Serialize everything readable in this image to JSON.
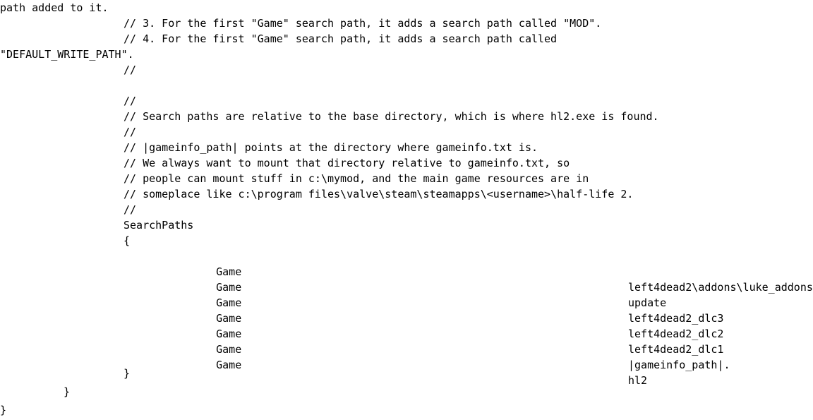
{
  "document": {
    "lines": [
      "path added to it.",
      "// 3. For the first \"Game\" search path, it adds a search path called \"MOD\".",
      "// 4. For the first \"Game\" search path, it adds a search path called",
      "\"DEFAULT_WRITE_PATH\".",
      "//",
      "//",
      "// Search paths are relative to the base directory, which is where hl2.exe is found.",
      "//",
      "// |gameinfo_path| points at the directory where gameinfo.txt is.",
      "// We always want to mount that directory relative to gameinfo.txt, so",
      "// people can mount stuff in c:\\mymod, and the main game resources are in",
      "// someplace like c:\\program files\\valve\\steam\\steamapps\\<username>\\half-life 2.",
      "//",
      "SearchPaths",
      "{",
      "}",
      "}",
      "}"
    ],
    "search_paths": [
      {
        "key": "Game",
        "value": "left4dead2\\addons\\luke_addons"
      },
      {
        "key": "Game",
        "value": "update"
      },
      {
        "key": "Game",
        "value": "left4dead2_dlc3"
      },
      {
        "key": "Game",
        "value": "left4dead2_dlc2"
      },
      {
        "key": "Game",
        "value": "left4dead2_dlc1"
      },
      {
        "key": "Game",
        "value": "|gameinfo_path|."
      },
      {
        "key": "Game",
        "value": "hl2"
      }
    ]
  }
}
